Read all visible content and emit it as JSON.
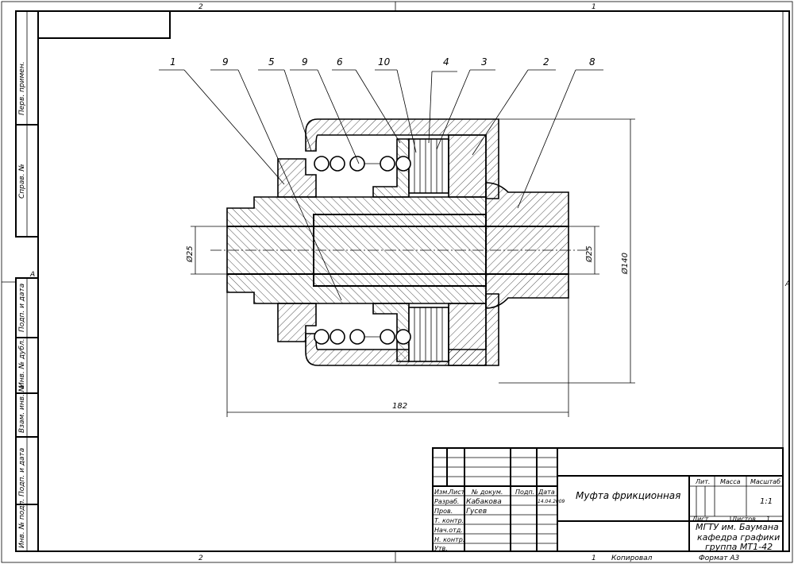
{
  "sheet": {
    "zone_top_left": "2",
    "zone_top_right": "1",
    "zone_bottom_left": "2",
    "zone_bottom_right": "1",
    "zone_side_left": "A",
    "zone_side_right": "A",
    "copied_by": "Копировал",
    "format": "Формат А3"
  },
  "left_strip": {
    "top": [
      "Перв. примен.",
      "Справ. №"
    ],
    "bottom": [
      "Подп. и дата",
      "Инв. № дубл.",
      "Взам. инв. №",
      "Подп. и дата",
      "Инв. № подл."
    ]
  },
  "leaders": [
    "1",
    "9",
    "5",
    "9",
    "6",
    "10",
    "4",
    "3",
    "2",
    "8"
  ],
  "dimensions": {
    "left_bore": "Ø25",
    "right_bore": "Ø25",
    "outer": "Ø140",
    "length": "182"
  },
  "title_block": {
    "col_headers": [
      "Изм.",
      "Лист",
      "№ докум.",
      "Подп.",
      "Дата"
    ],
    "roles": [
      "Разраб.",
      "Пров.",
      "Т. контр.",
      "Нач.отд.",
      "Н. контр.",
      "Утв."
    ],
    "developer": "Кабакова",
    "checker": "Гусев",
    "date": "14.04.2009",
    "title": "Муфта фрикционная",
    "lit_label": "Лит.",
    "mass_label": "Масса",
    "scale_label": "Масштаб",
    "scale": "1:1",
    "sheet_label": "Лист",
    "sheets_label": "Листов",
    "sheets_count": "1",
    "org_line1": "МГТУ им. Баумана",
    "org_line2": "кафедра графики",
    "org_line3": "группа МТ1-42"
  }
}
